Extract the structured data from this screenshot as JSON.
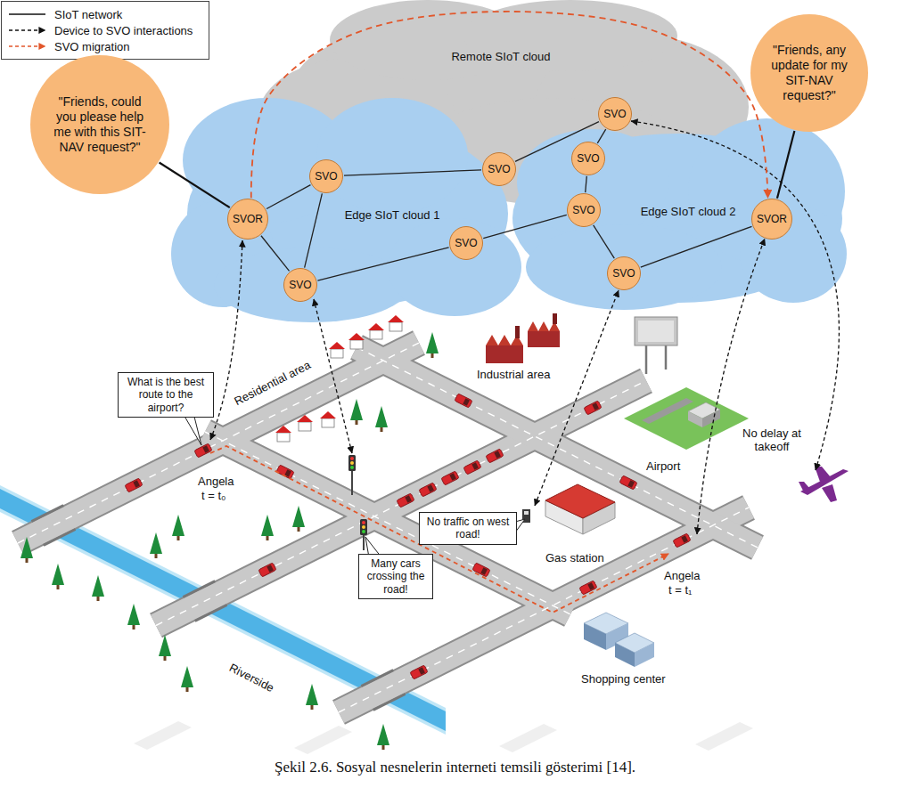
{
  "diagram": {
    "caption": "Şekil 2.6. Sosyal nesnelerin interneti temsili gösterimi [14].",
    "nodes": [
      {
        "text": [
          "Remote SIoT cloud"
        ]
      },
      {
        "text": [
          "Edge SIoT cloud 1"
        ]
      },
      {
        "text": [
          "Edge SIoT cloud 2"
        ]
      },
      {
        "text": [
          "\"Friends, could you please help me with this SIT-NAV request?\""
        ]
      },
      {
        "text": [
          "\"Friends, any update for my SIT-NAV request?\""
        ]
      },
      {
        "text": [
          "SVOR"
        ],
        "in": 1
      },
      {
        "text": [
          "SVO"
        ],
        "in": 1
      },
      {
        "text": [
          "SVO"
        ],
        "in": 1
      },
      {
        "text": [
          "SVO"
        ],
        "in": 1
      },
      {
        "text": [
          "SVO"
        ],
        "in": 0
      },
      {
        "text": [
          "SVO"
        ],
        "in": 0
      },
      {
        "text": [
          "SVO"
        ],
        "in": 2
      },
      {
        "text": [
          "SVO"
        ],
        "in": 2
      },
      {
        "text": [
          "SVO"
        ],
        "in": 2
      },
      {
        "text": [
          "SVOR"
        ],
        "in": 2
      },
      {
        "text": [
          "What is the best route to the airport?"
        ]
      },
      {
        "text": [
          "No traffic on west road!"
        ]
      },
      {
        "text": [
          "Many cars crossing the road!"
        ]
      }
    ],
    "edges": [
      {
        "from": 5,
        "to": 6,
        "arrow": "none"
      },
      {
        "from": 5,
        "to": 7,
        "arrow": "none"
      },
      {
        "from": 6,
        "to": 7,
        "arrow": "none"
      },
      {
        "from": 6,
        "to": 9,
        "arrow": "none"
      },
      {
        "from": 9,
        "to": 10,
        "arrow": "none"
      },
      {
        "from": 10,
        "to": 11,
        "arrow": "none"
      },
      {
        "from": 11,
        "to": 12,
        "arrow": "none"
      },
      {
        "from": 12,
        "to": 8,
        "arrow": "none"
      },
      {
        "from": 8,
        "to": 7,
        "arrow": "none"
      },
      {
        "from": 12,
        "to": 13,
        "arrow": "none"
      },
      {
        "from": 13,
        "to": 14,
        "arrow": "none"
      },
      {
        "from": 3,
        "to": 5,
        "arrow": "none"
      },
      {
        "from": 4,
        "to": 14,
        "arrow": "none"
      },
      {
        "from": 5,
        "to": 14,
        "arrow": "to"
      }
    ],
    "labels": [
      "Industrial area",
      "Residential area",
      "Angela",
      "t = t₀",
      "Gas station",
      "Airport",
      "No delay at takeoff",
      "Angela",
      "t = t₁",
      "Shopping center",
      "Riverside"
    ],
    "legend": [
      {
        "text": "SIoT network"
      },
      {
        "text": "Device to SVO interactions"
      },
      {
        "text": "SVO migration"
      }
    ]
  }
}
